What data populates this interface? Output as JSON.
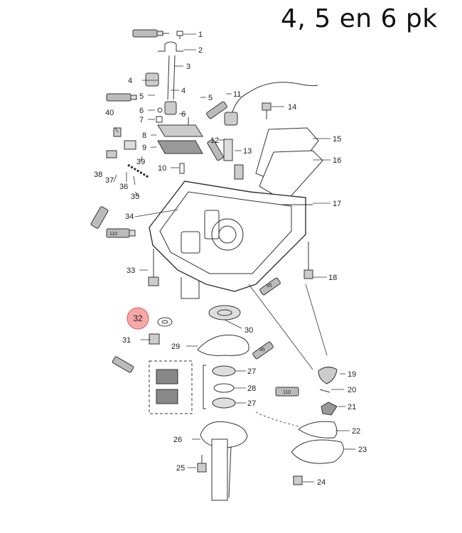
{
  "title": "4, 5 en 6 pk",
  "highlight_color": "#f26d6d",
  "parts": [
    {
      "num": "1"
    },
    {
      "num": "2"
    },
    {
      "num": "3"
    },
    {
      "num": "4"
    },
    {
      "num": "5"
    },
    {
      "num": "6"
    },
    {
      "num": "7"
    },
    {
      "num": "8"
    },
    {
      "num": "9"
    },
    {
      "num": "10"
    },
    {
      "num": "11"
    },
    {
      "num": "12"
    },
    {
      "num": "13"
    },
    {
      "num": "14"
    },
    {
      "num": "15"
    },
    {
      "num": "16"
    },
    {
      "num": "17"
    },
    {
      "num": "18"
    },
    {
      "num": "19"
    },
    {
      "num": "20"
    },
    {
      "num": "21"
    },
    {
      "num": "22"
    },
    {
      "num": "23"
    },
    {
      "num": "24"
    },
    {
      "num": "25"
    },
    {
      "num": "26"
    },
    {
      "num": "27"
    },
    {
      "num": "28"
    },
    {
      "num": "29"
    },
    {
      "num": "30"
    },
    {
      "num": "31"
    },
    {
      "num": "32"
    },
    {
      "num": "33"
    },
    {
      "num": "34"
    },
    {
      "num": "35"
    },
    {
      "num": "36"
    },
    {
      "num": "37"
    },
    {
      "num": "38"
    },
    {
      "num": "39"
    },
    {
      "num": "40"
    }
  ],
  "highlighted_part": "32",
  "grease_codes": [
    "110",
    "95"
  ]
}
